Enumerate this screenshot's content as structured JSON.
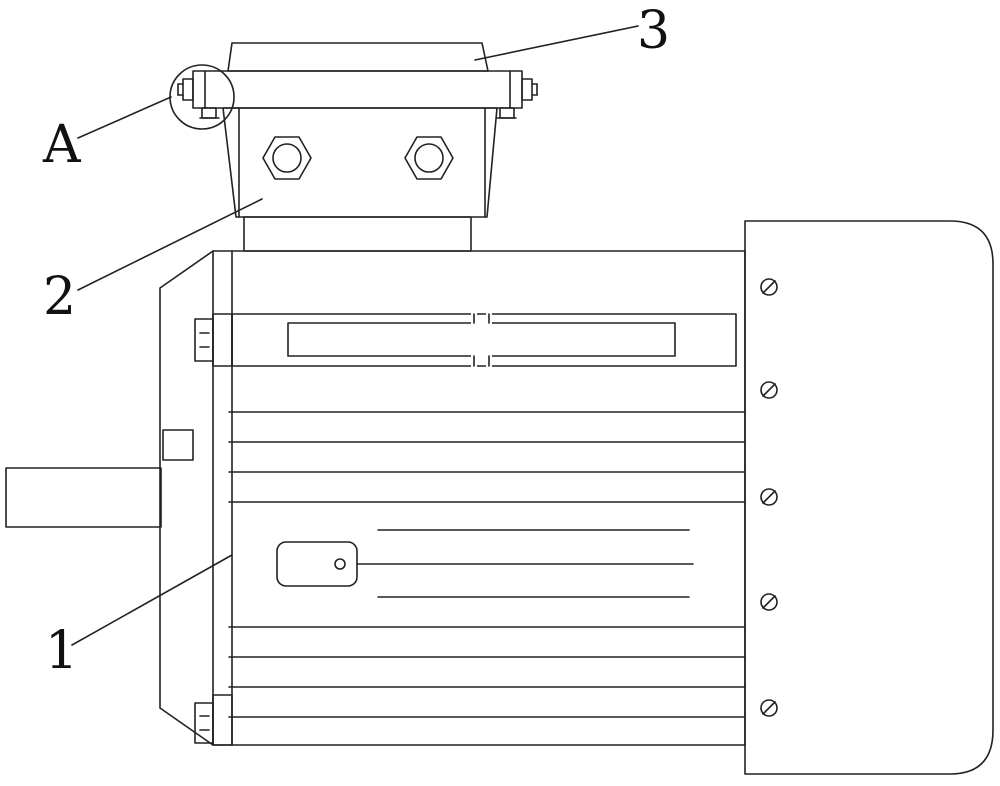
{
  "diagram": {
    "labels": {
      "label_1": "1",
      "label_2": "2",
      "label_3": "3",
      "label_a": "A"
    },
    "colors": {
      "stroke": "#222222",
      "background": "#ffffff"
    }
  }
}
